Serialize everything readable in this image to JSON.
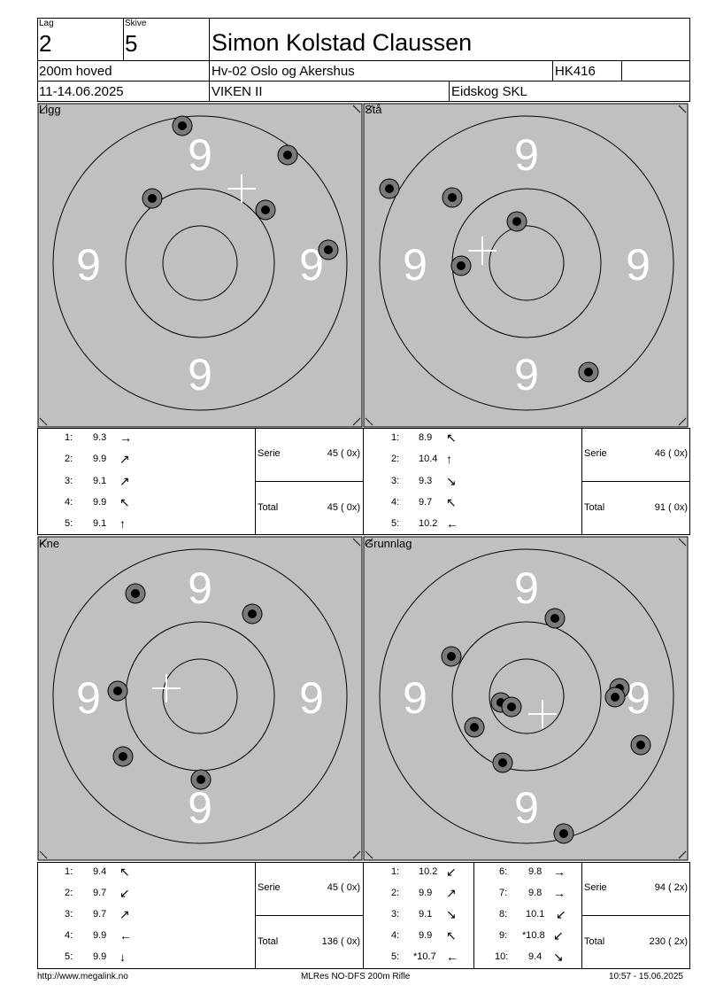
{
  "header": {
    "lag_label": "Lag",
    "lag_value": "2",
    "skive_label": "Skive",
    "skive_value": "5",
    "name": "Simon Kolstad Claussen",
    "class": "200m hoved",
    "club_region": "Hv-02 Oslo og Akershus",
    "weapon": "HK416",
    "weapon_extra": "",
    "dates": "11-14.06.2025",
    "event": "VIKEN II",
    "venue": "Eidskog SKL"
  },
  "ring_number": "9",
  "panels": [
    {
      "label": "Ligg",
      "shots": [
        {
          "n": "1:",
          "score": "9.3",
          "arrow": "→",
          "rot": 0
        },
        {
          "n": "2:",
          "score": "9.9",
          "arrow": "↗",
          "rot": 0
        },
        {
          "n": "3:",
          "score": "9.1",
          "arrow": "↗",
          "rot": 0
        },
        {
          "n": "4:",
          "score": "9.9",
          "arrow": "↖",
          "rot": 0
        },
        {
          "n": "5:",
          "score": "9.1",
          "arrow": "↑",
          "rot": 0
        }
      ],
      "serie_label": "Serie",
      "serie_value": "45 ( 0x)",
      "total_label": "Total",
      "total_value": "45 ( 0x)"
    },
    {
      "label": "Stå",
      "shots": [
        {
          "n": "1:",
          "score": "8.9",
          "arrow": "↖"
        },
        {
          "n": "2:",
          "score": "10.4",
          "arrow": "↑"
        },
        {
          "n": "3:",
          "score": "9.3",
          "arrow": "↘"
        },
        {
          "n": "4:",
          "score": "9.7",
          "arrow": "↖"
        },
        {
          "n": "5:",
          "score": "10.2",
          "arrow": "←"
        }
      ],
      "serie_label": "Serie",
      "serie_value": "46 ( 0x)",
      "total_label": "Total",
      "total_value": "91 ( 0x)"
    },
    {
      "label": "Kne",
      "shots": [
        {
          "n": "1:",
          "score": "9.4",
          "arrow": "↖"
        },
        {
          "n": "2:",
          "score": "9.7",
          "arrow": "↙"
        },
        {
          "n": "3:",
          "score": "9.7",
          "arrow": "↗"
        },
        {
          "n": "4:",
          "score": "9.9",
          "arrow": "←"
        },
        {
          "n": "5:",
          "score": "9.9",
          "arrow": "↓"
        }
      ],
      "serie_label": "Serie",
      "serie_value": "45 ( 0x)",
      "total_label": "Total",
      "total_value": "136 ( 0x)"
    },
    {
      "label": "Grunnlag",
      "shots": [
        {
          "n": "1:",
          "score": "10.2",
          "arrow": "↙"
        },
        {
          "n": "2:",
          "score": "9.9",
          "arrow": "↗"
        },
        {
          "n": "3:",
          "score": "9.1",
          "arrow": "↘"
        },
        {
          "n": "4:",
          "score": "9.9",
          "arrow": "↖"
        },
        {
          "n": "5:",
          "score": "*10.7",
          "arrow": "←"
        }
      ],
      "shots_b": [
        {
          "n": "6:",
          "score": "9.8",
          "arrow": "→"
        },
        {
          "n": "7:",
          "score": "9.8",
          "arrow": "→"
        },
        {
          "n": "8:",
          "score": "10.1",
          "arrow": "↙"
        },
        {
          "n": "9:",
          "score": "*10.8",
          "arrow": "↙"
        },
        {
          "n": "10:",
          "score": "9.4",
          "arrow": "↘"
        }
      ],
      "serie_label": "Serie",
      "serie_value": "94 ( 2x)",
      "total_label": "Total",
      "total_value": "230 ( 2x)"
    }
  ],
  "footer": {
    "url": "http://www.megalink.no",
    "software": "MLRes NO-DFS 200m Rifle",
    "timestamp": "10:57 - 15.06.2025"
  }
}
